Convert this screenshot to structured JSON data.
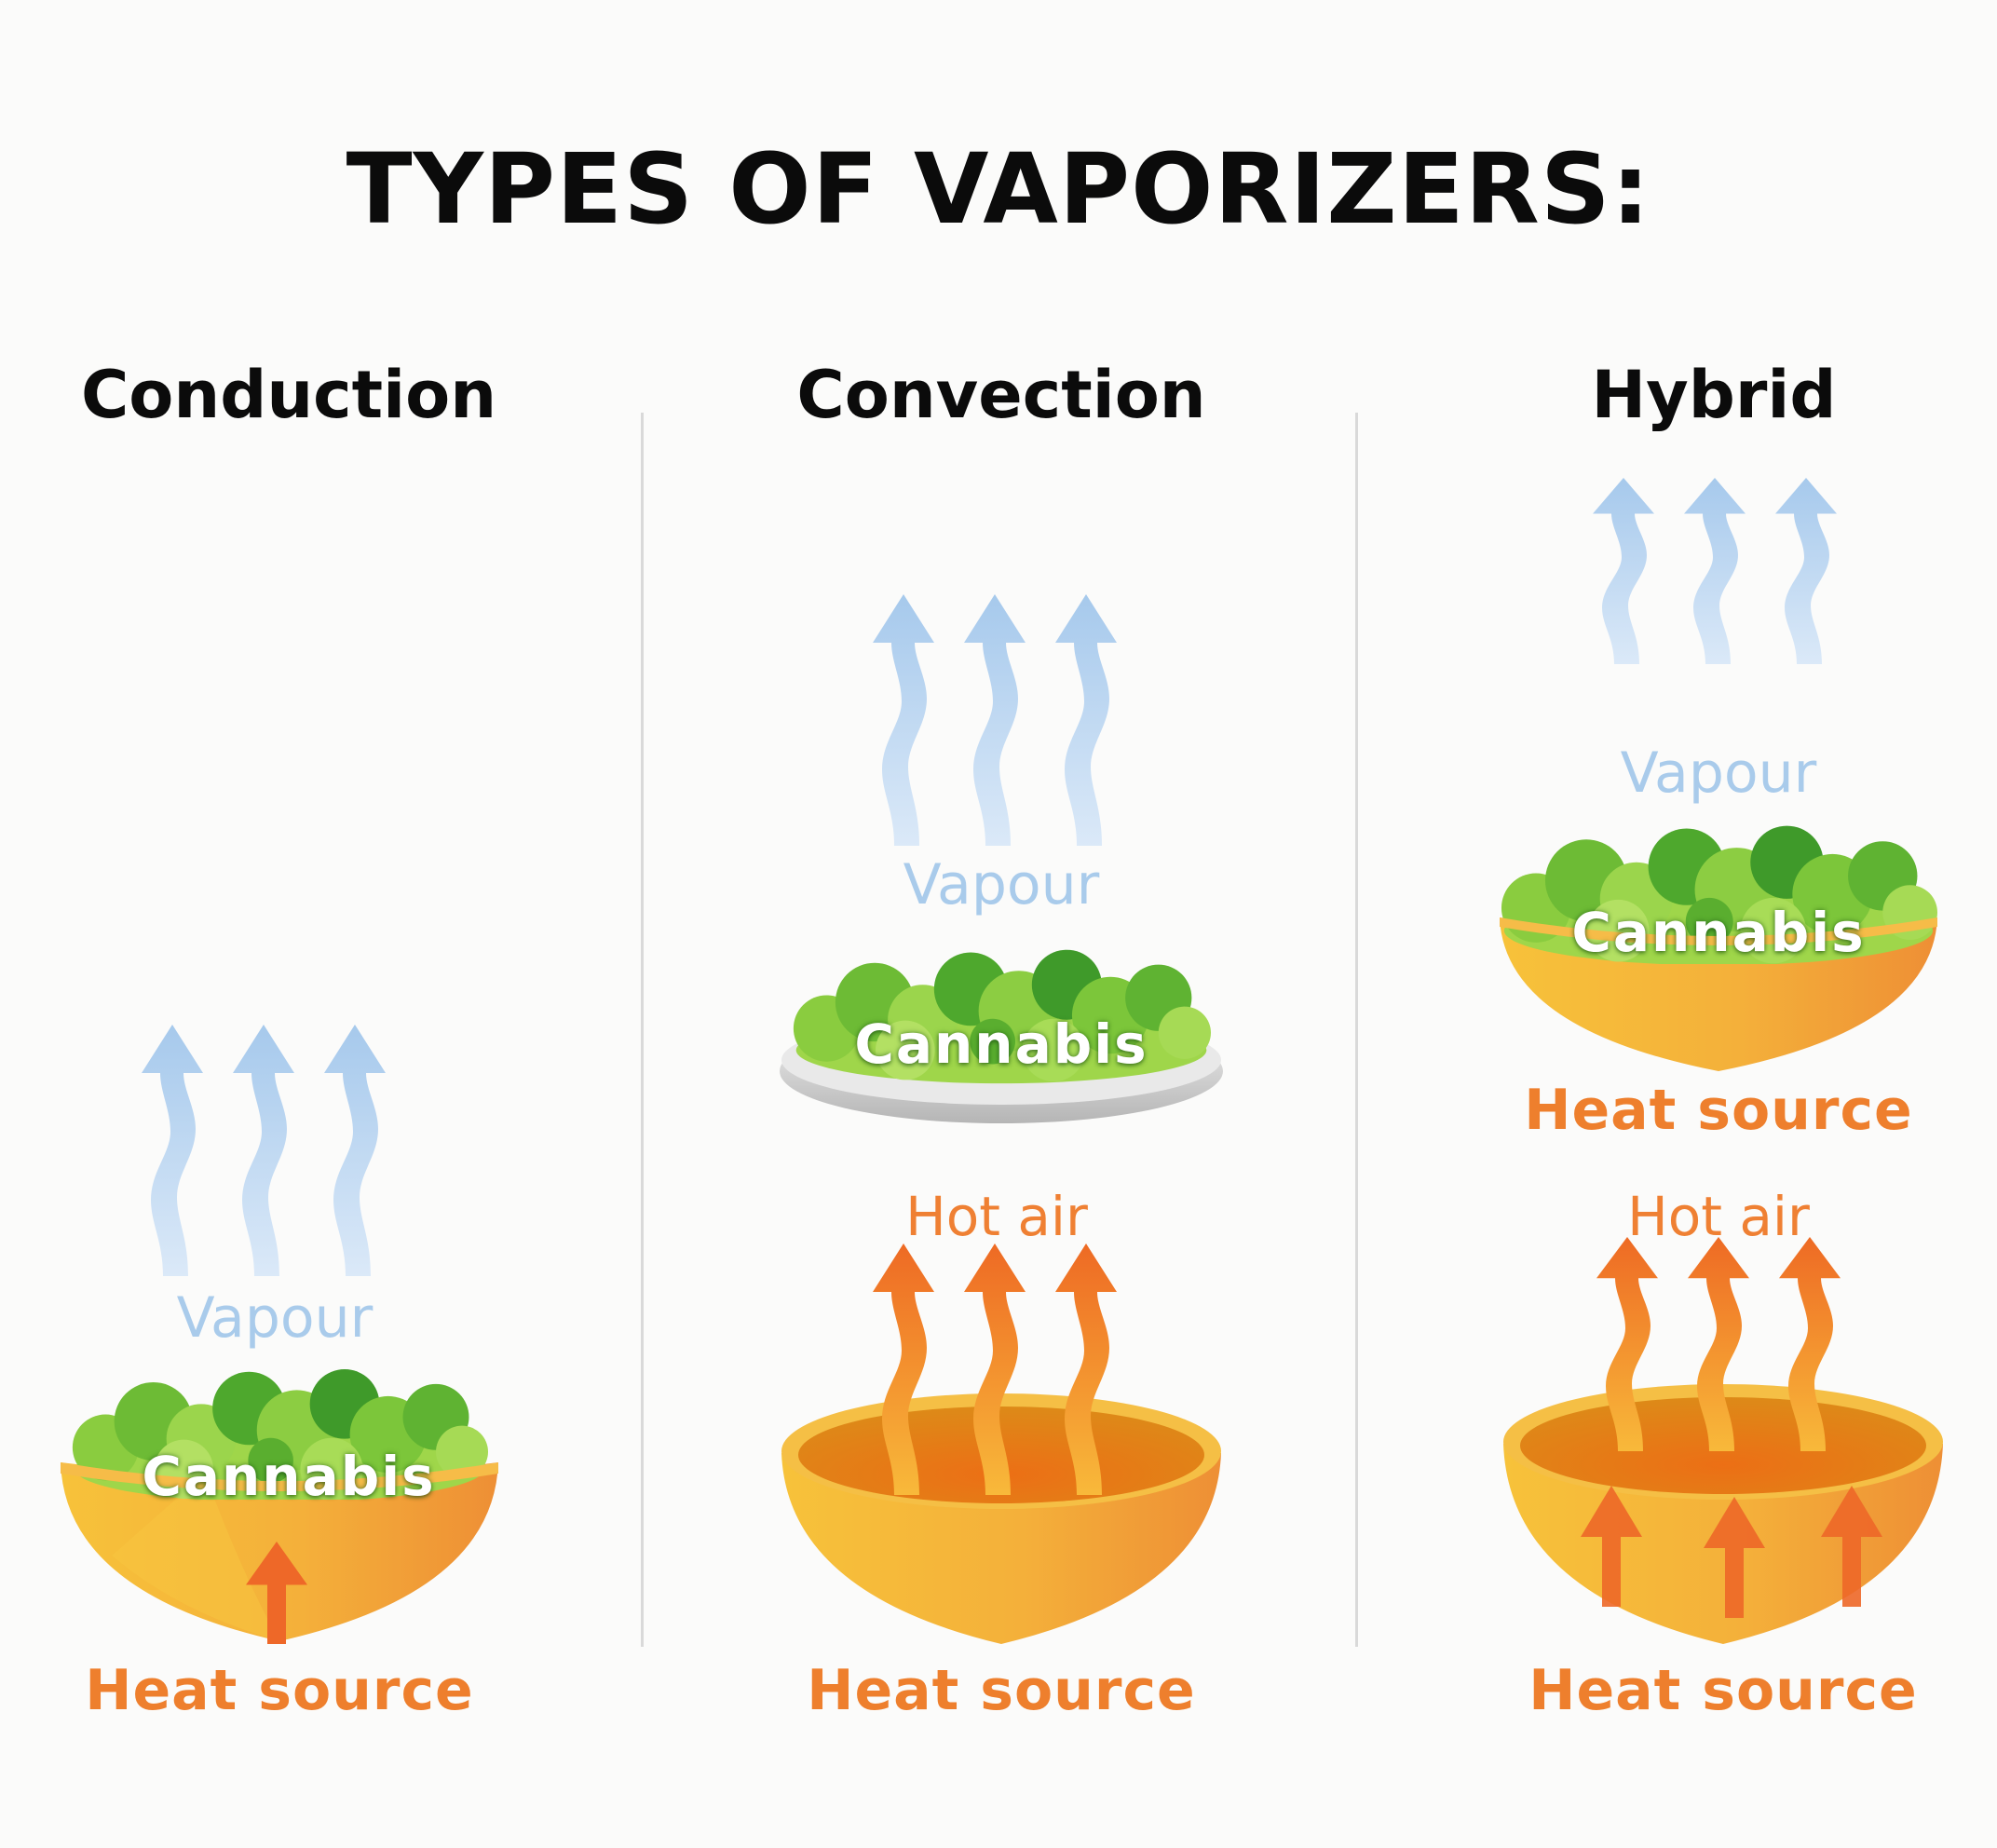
{
  "title": "TYPES OF VAPORIZERS:",
  "colors": {
    "vapour_blue": "#A9CBEB",
    "heat_orange": "#EE7F2D",
    "bowl_yellow": "#F5B63A",
    "cannabis_green": "#7CC63A",
    "plate_grey": "#C8C8C8",
    "divider": "#D9D9D9"
  },
  "columns": [
    {
      "heading": "Conduction",
      "labels": {
        "vapour": "Vapour",
        "cannabis": "Cannabis",
        "heat_source": "Heat source"
      },
      "icons": [
        "vapour-arrows-icon",
        "cannabis-bowl-icon",
        "heat-arrow-icon"
      ]
    },
    {
      "heading": "Convection",
      "labels": {
        "vapour": "Vapour",
        "cannabis": "Cannabis",
        "hot_air": "Hot air",
        "heat_source": "Heat source"
      },
      "icons": [
        "vapour-arrows-icon",
        "cannabis-plate-icon",
        "hot-air-arrows-icon",
        "heating-bowl-icon"
      ]
    },
    {
      "heading": "Hybrid",
      "labels": {
        "vapour": "Vapour",
        "cannabis": "Cannabis",
        "heat_source_top": "Heat source",
        "hot_air": "Hot air",
        "heat_source": "Heat source"
      },
      "icons": [
        "vapour-arrows-icon",
        "cannabis-bowl-icon",
        "hot-air-arrows-icon",
        "heating-bowl-icon",
        "heat-arrows-icon"
      ]
    }
  ]
}
